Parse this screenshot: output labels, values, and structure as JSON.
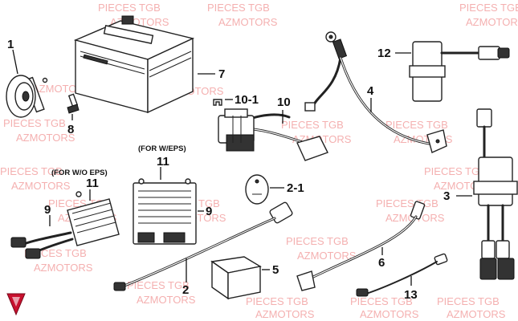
{
  "watermark": {
    "line1": "PIECES TGB",
    "line2": "AZMOTORS",
    "color": "#f3a3a3"
  },
  "notes": {
    "with_eps": "(FOR W/EPS)",
    "without_eps": "(FOR W/O EPS)"
  },
  "callouts": {
    "horn": "1",
    "horn_bolt": "8",
    "battery": "7",
    "fuse_clip": "10-1",
    "starter_relay": "10",
    "battery_cable": "4",
    "relay_12": "12",
    "regulator_eps_screw": "11",
    "regulator_eps": "9",
    "regulator_std_screw": "11",
    "regulator_std": "9",
    "fuse_cap": "2-1",
    "fuse_harness": "2",
    "control_box": "5",
    "ground_cable": "6",
    "sub_harness": "13",
    "cdi_unit": "3"
  },
  "colors": {
    "logo": "#c8102e"
  }
}
